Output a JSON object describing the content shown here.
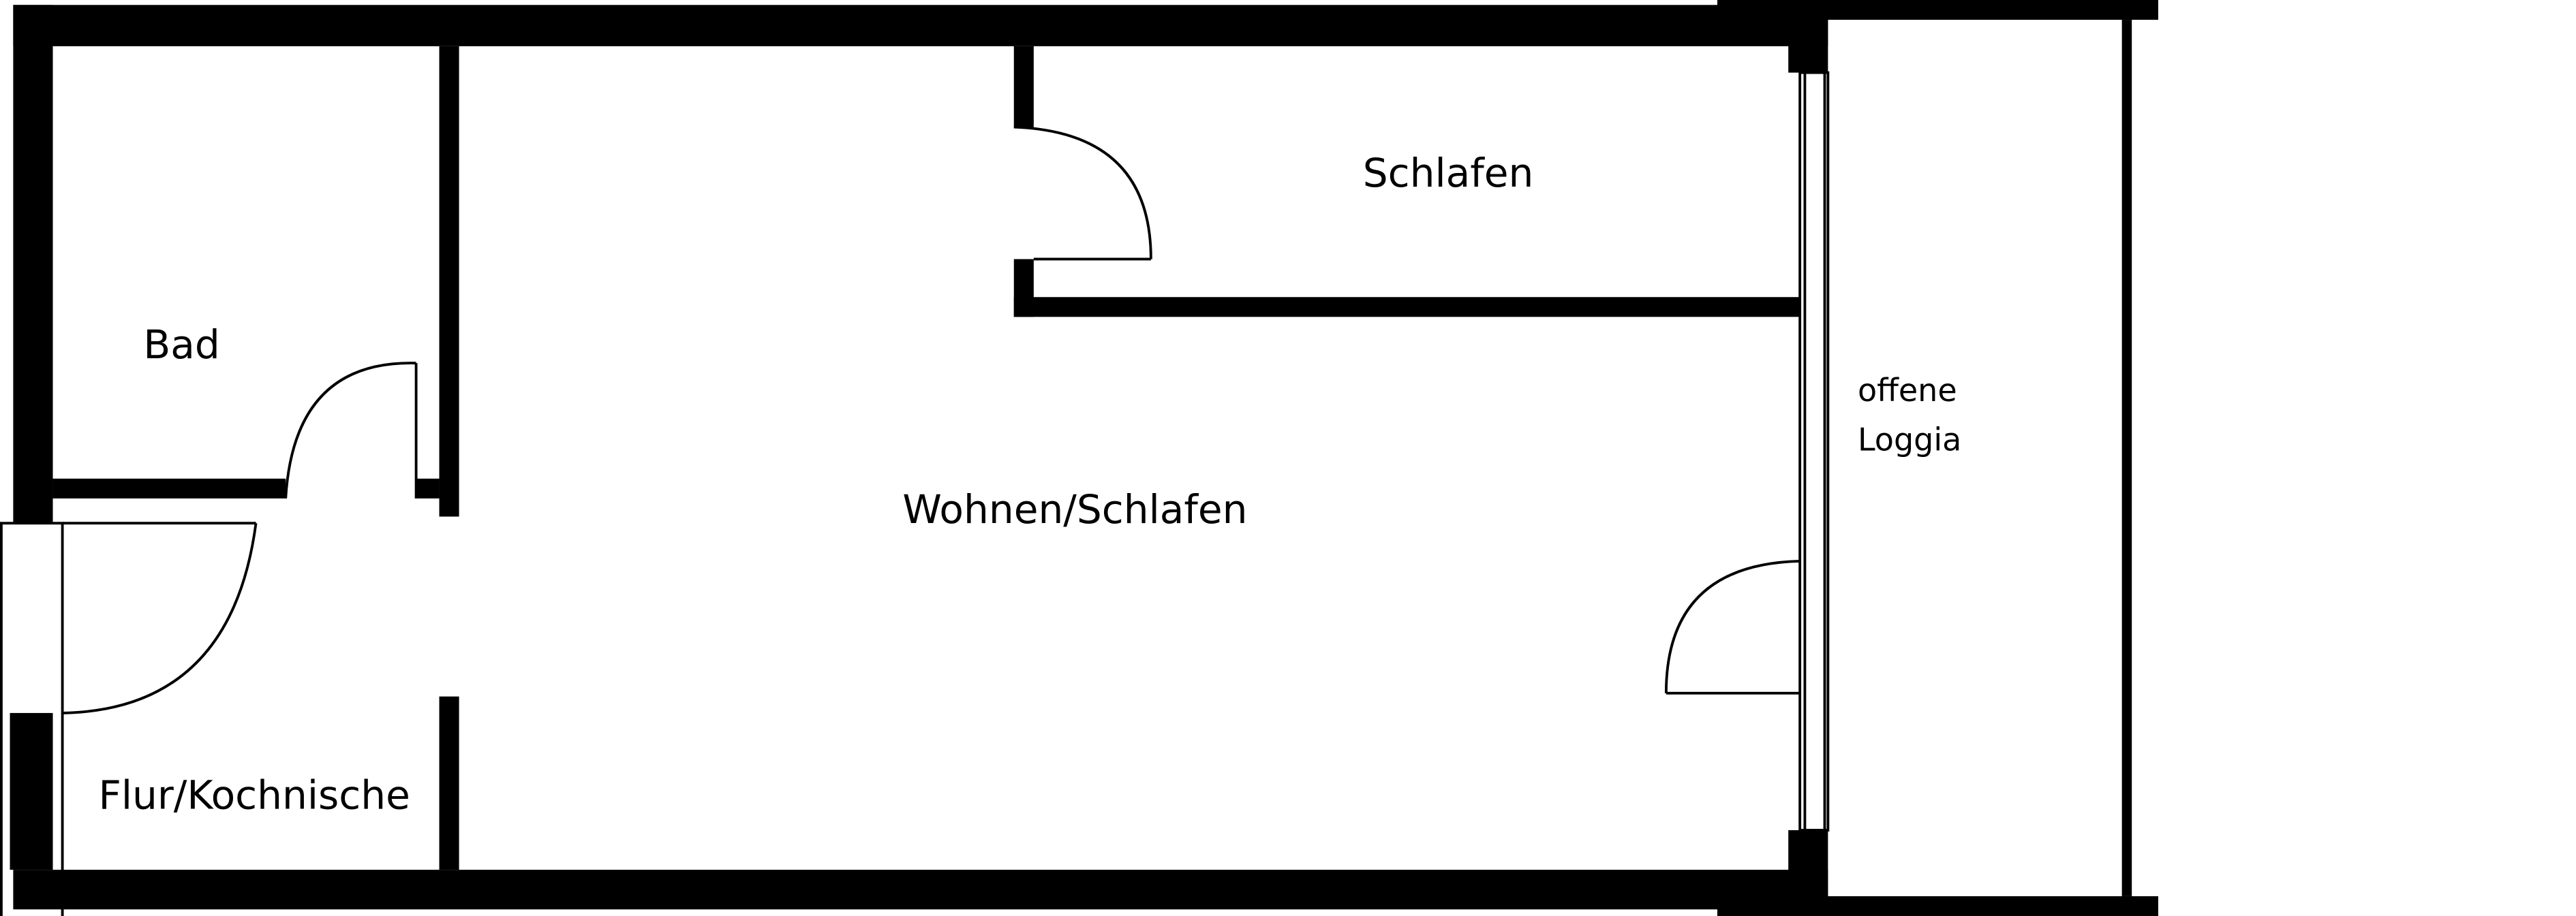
{
  "floorplan": {
    "rooms": {
      "schlafen": "Schlafen",
      "bad": "Bad",
      "wohnen": "Wohnen/Schlafen",
      "loggia_line1": "offene",
      "loggia_line2": "Loggia",
      "flur": "Flur/Kochnische"
    },
    "colors": {
      "wall": "#000000",
      "background": "#ffffff"
    }
  }
}
